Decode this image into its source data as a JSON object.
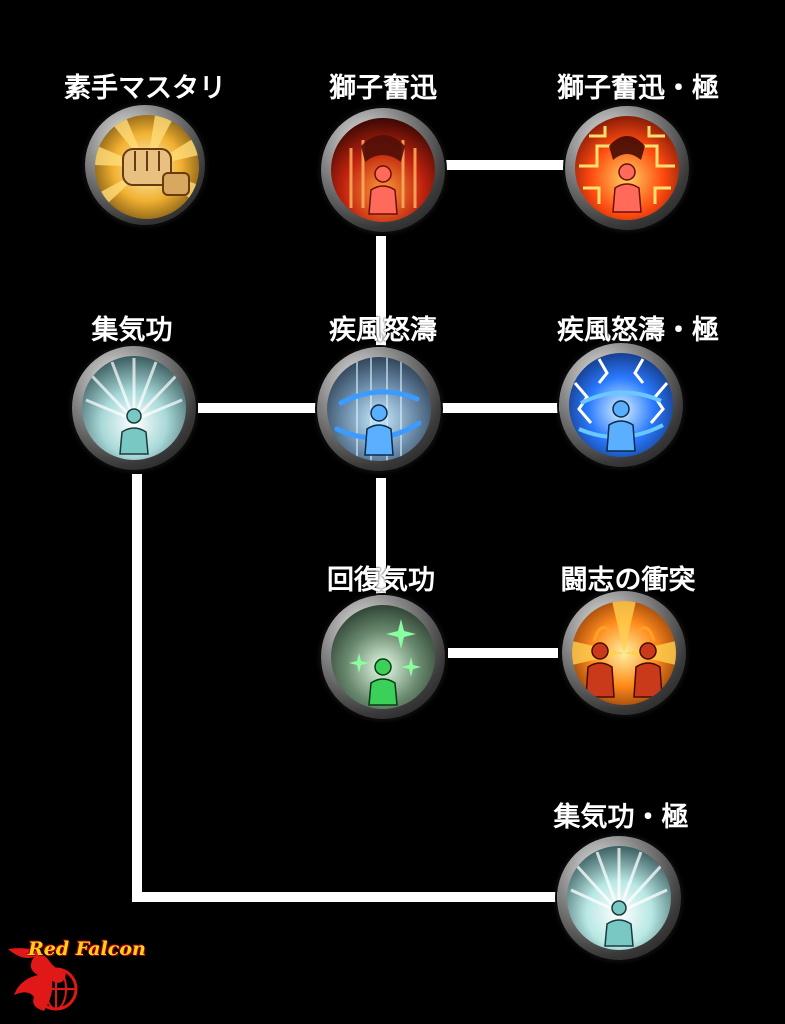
{
  "skills": {
    "bare_hand_mastery": {
      "label": "素手マスタリ",
      "icon": "fist-icon",
      "accent": "#e8a010"
    },
    "lion_swift": {
      "label": "獅子奮迅",
      "icon": "lion-aura-icon",
      "accent": "#d8321a"
    },
    "lion_swift_ultimate": {
      "label": "獅子奮迅・極",
      "icon": "lion-aura-ultimate-icon",
      "accent": "#ff5a14"
    },
    "qi_gathering": {
      "label": "集気功",
      "icon": "qi-gathering-icon",
      "accent": "#9fe8e4"
    },
    "gale_rage": {
      "label": "疾風怒濤",
      "icon": "gale-wind-icon",
      "accent": "#3aa0ff"
    },
    "gale_rage_ultimate": {
      "label": "疾風怒濤・極",
      "icon": "gale-wind-ultimate-icon",
      "accent": "#2b8cff"
    },
    "recovery_qi": {
      "label": "回復気功",
      "icon": "recovery-sparkle-icon",
      "accent": "#3fd05a"
    },
    "fighting_spirit": {
      "label": "闘志の衝突",
      "icon": "fighting-spirit-icon",
      "accent": "#ff7a1a"
    },
    "qi_gathering_ultimate": {
      "label": "集気功・極",
      "icon": "qi-gathering-ultimate-icon",
      "accent": "#b8f0ec"
    }
  },
  "watermark": {
    "text": "Red Falcon",
    "icon": "falcon-logo-icon",
    "color": "#e01818"
  }
}
